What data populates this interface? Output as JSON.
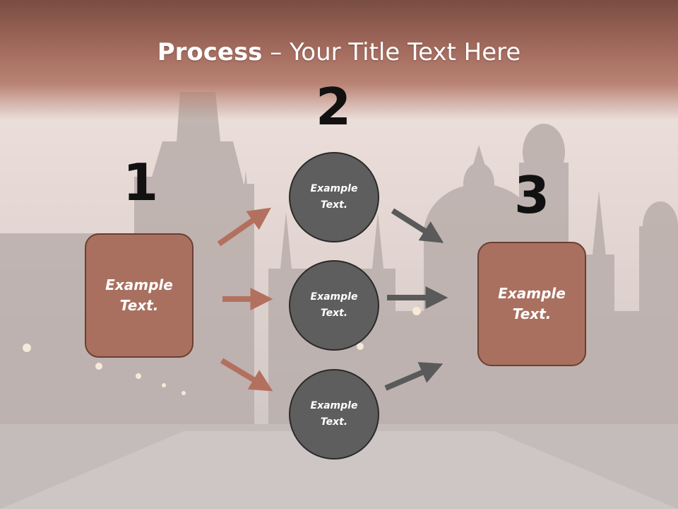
{
  "title": {
    "bold": "Process",
    "rest": " – Your Title Text Here"
  },
  "steps": {
    "one": "1",
    "two": "2",
    "three": "3"
  },
  "left_box": {
    "label": "Example\nText."
  },
  "right_box": {
    "label": "Example\nText."
  },
  "circles": [
    {
      "label": "Example\nText."
    },
    {
      "label": "Example\nText."
    },
    {
      "label": "Example\nText."
    }
  ],
  "colors": {
    "brown": "#a9705f",
    "gray": "#5e5e5e",
    "brown_arrow": "#b3705f",
    "gray_arrow": "#5a5a5a"
  }
}
